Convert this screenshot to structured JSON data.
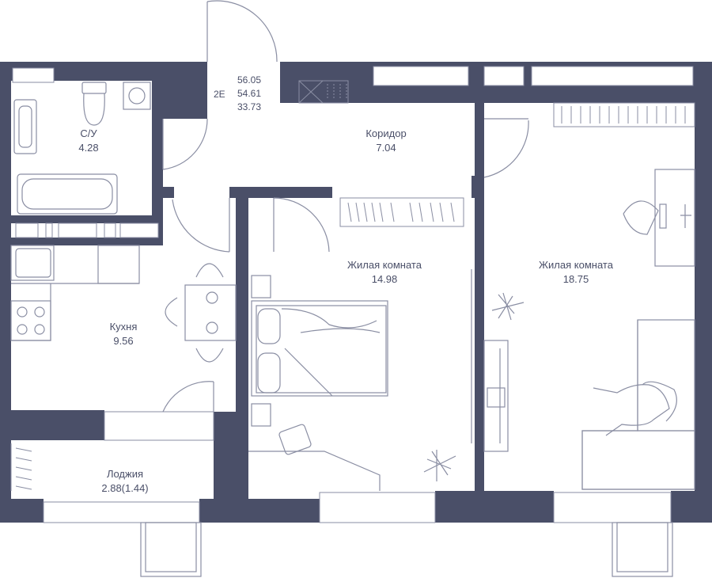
{
  "plan": {
    "apartment_type": "2E",
    "areas": {
      "total": "56.05",
      "living_total": "54.61",
      "living": "33.73"
    },
    "rooms": [
      {
        "id": "bathroom",
        "name": "С/У",
        "area": "4.28"
      },
      {
        "id": "corridor",
        "name": "Коридор",
        "area": "7.04"
      },
      {
        "id": "kitchen",
        "name": "Кухня",
        "area": "9.56"
      },
      {
        "id": "bedroom",
        "name": "Жилая комната",
        "area": "14.98"
      },
      {
        "id": "living-room",
        "name": "Жилая комната",
        "area": "18.75"
      },
      {
        "id": "loggia",
        "name": "Лоджия",
        "area": "2.88(1.44)"
      }
    ]
  },
  "colors": {
    "wall": "#4a4f68",
    "line": "#8a8ea3",
    "background": "#ffffff"
  }
}
